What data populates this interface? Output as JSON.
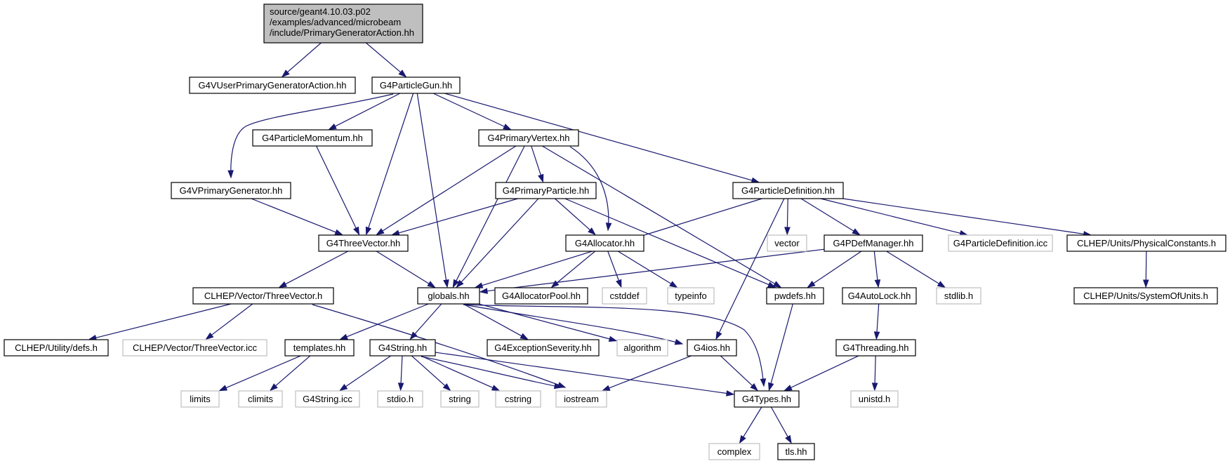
{
  "colors": {
    "edge": "#191970",
    "node_border": "#000000",
    "missing_border": "#bfbfbf",
    "root_fill": "#bfbfbf",
    "text": "#000000",
    "missing_text": "#808080"
  },
  "nodes": [
    {
      "id": "root",
      "lines": [
        "source/geant4.10.03.p02",
        "/examples/advanced/microbeam",
        "/include/PrimaryGeneratorAction.hh"
      ],
      "kind": "root"
    },
    {
      "id": "g4vuserpga",
      "lines": [
        "G4VUserPrimaryGeneratorAction.hh"
      ],
      "kind": "file"
    },
    {
      "id": "g4particlegun",
      "lines": [
        "G4ParticleGun.hh"
      ],
      "kind": "file"
    },
    {
      "id": "g4particlemomentum",
      "lines": [
        "G4ParticleMomentum.hh"
      ],
      "kind": "file"
    },
    {
      "id": "g4primaryvertex",
      "lines": [
        "G4PrimaryVertex.hh"
      ],
      "kind": "file"
    },
    {
      "id": "g4vprimarygenerator",
      "lines": [
        "G4VPrimaryGenerator.hh"
      ],
      "kind": "file"
    },
    {
      "id": "g4primaryparticle",
      "lines": [
        "G4PrimaryParticle.hh"
      ],
      "kind": "file"
    },
    {
      "id": "g4particledefinition",
      "lines": [
        "G4ParticleDefinition.hh"
      ],
      "kind": "file"
    },
    {
      "id": "g4threevector",
      "lines": [
        "G4ThreeVector.hh"
      ],
      "kind": "file"
    },
    {
      "id": "g4allocator",
      "lines": [
        "G4Allocator.hh"
      ],
      "kind": "file"
    },
    {
      "id": "vector",
      "lines": [
        "vector"
      ],
      "kind": "missing"
    },
    {
      "id": "g4pdefmanager",
      "lines": [
        "G4PDefManager.hh"
      ],
      "kind": "file"
    },
    {
      "id": "g4particledefinition_icc",
      "lines": [
        "G4ParticleDefinition.icc"
      ],
      "kind": "missing"
    },
    {
      "id": "clhep_physconst",
      "lines": [
        "CLHEP/Units/PhysicalConstants.h"
      ],
      "kind": "file"
    },
    {
      "id": "clhep_threevector",
      "lines": [
        "CLHEP/Vector/ThreeVector.h"
      ],
      "kind": "file"
    },
    {
      "id": "globals",
      "lines": [
        "globals.hh"
      ],
      "kind": "file"
    },
    {
      "id": "g4allocatorpool",
      "lines": [
        "G4AllocatorPool.hh"
      ],
      "kind": "file"
    },
    {
      "id": "cstddef",
      "lines": [
        "cstddef"
      ],
      "kind": "missing"
    },
    {
      "id": "typeinfo",
      "lines": [
        "typeinfo"
      ],
      "kind": "missing"
    },
    {
      "id": "pwdefs",
      "lines": [
        "pwdefs.hh"
      ],
      "kind": "file"
    },
    {
      "id": "g4autolock",
      "lines": [
        "G4AutoLock.hh"
      ],
      "kind": "file"
    },
    {
      "id": "stdlib",
      "lines": [
        "stdlib.h"
      ],
      "kind": "missing"
    },
    {
      "id": "clhep_sou",
      "lines": [
        "CLHEP/Units/SystemOfUnits.h"
      ],
      "kind": "file"
    },
    {
      "id": "clhep_defs",
      "lines": [
        "CLHEP/Utility/defs.h"
      ],
      "kind": "file"
    },
    {
      "id": "clhep_threevector_icc",
      "lines": [
        "CLHEP/Vector/ThreeVector.icc"
      ],
      "kind": "missing"
    },
    {
      "id": "templates",
      "lines": [
        "templates.hh"
      ],
      "kind": "file"
    },
    {
      "id": "g4string",
      "lines": [
        "G4String.hh"
      ],
      "kind": "file"
    },
    {
      "id": "g4exceptionseverity",
      "lines": [
        "G4ExceptionSeverity.hh"
      ],
      "kind": "file"
    },
    {
      "id": "algorithm",
      "lines": [
        "algorithm"
      ],
      "kind": "missing"
    },
    {
      "id": "g4ios",
      "lines": [
        "G4ios.hh"
      ],
      "kind": "file"
    },
    {
      "id": "g4threading",
      "lines": [
        "G4Threading.hh"
      ],
      "kind": "file"
    },
    {
      "id": "limits",
      "lines": [
        "limits"
      ],
      "kind": "missing"
    },
    {
      "id": "climits",
      "lines": [
        "climits"
      ],
      "kind": "missing"
    },
    {
      "id": "g4string_icc",
      "lines": [
        "G4String.icc"
      ],
      "kind": "missing"
    },
    {
      "id": "stdio",
      "lines": [
        "stdio.h"
      ],
      "kind": "missing"
    },
    {
      "id": "string",
      "lines": [
        "string"
      ],
      "kind": "missing"
    },
    {
      "id": "cstring",
      "lines": [
        "cstring"
      ],
      "kind": "missing"
    },
    {
      "id": "iostream",
      "lines": [
        "iostream"
      ],
      "kind": "missing"
    },
    {
      "id": "g4types",
      "lines": [
        "G4Types.hh"
      ],
      "kind": "file"
    },
    {
      "id": "unistd",
      "lines": [
        "unistd.h"
      ],
      "kind": "missing"
    },
    {
      "id": "complex",
      "lines": [
        "complex"
      ],
      "kind": "missing"
    },
    {
      "id": "tls",
      "lines": [
        "tls.hh"
      ],
      "kind": "file"
    }
  ],
  "edges": [
    [
      "root",
      "g4vuserpga"
    ],
    [
      "root",
      "g4particlegun"
    ],
    [
      "g4particlegun",
      "g4vprimarygenerator"
    ],
    [
      "g4particlegun",
      "g4particlemomentum"
    ],
    [
      "g4particlegun",
      "g4threevector"
    ],
    [
      "g4particlegun",
      "globals"
    ],
    [
      "g4particlegun",
      "g4primaryvertex"
    ],
    [
      "g4particlegun",
      "g4particledefinition"
    ],
    [
      "g4particlemomentum",
      "g4threevector"
    ],
    [
      "g4primaryvertex",
      "g4threevector"
    ],
    [
      "g4primaryvertex",
      "globals"
    ],
    [
      "g4primaryvertex",
      "g4primaryparticle"
    ],
    [
      "g4primaryvertex",
      "g4allocator"
    ],
    [
      "g4primaryvertex",
      "pwdefs"
    ],
    [
      "g4vprimarygenerator",
      "g4threevector"
    ],
    [
      "g4primaryparticle",
      "g4threevector"
    ],
    [
      "g4primaryparticle",
      "globals"
    ],
    [
      "g4primaryparticle",
      "g4allocator"
    ],
    [
      "g4primaryparticle",
      "pwdefs"
    ],
    [
      "g4particledefinition",
      "globals"
    ],
    [
      "g4particledefinition",
      "g4ios"
    ],
    [
      "g4particledefinition",
      "vector"
    ],
    [
      "g4particledefinition",
      "g4pdefmanager"
    ],
    [
      "g4particledefinition",
      "g4particledefinition_icc"
    ],
    [
      "g4particledefinition",
      "clhep_physconst"
    ],
    [
      "g4threevector",
      "clhep_threevector"
    ],
    [
      "g4threevector",
      "globals"
    ],
    [
      "g4allocator",
      "g4allocatorpool"
    ],
    [
      "g4allocator",
      "cstddef"
    ],
    [
      "g4allocator",
      "typeinfo"
    ],
    [
      "g4pdefmanager",
      "globals"
    ],
    [
      "g4pdefmanager",
      "pwdefs"
    ],
    [
      "g4pdefmanager",
      "g4autolock"
    ],
    [
      "g4pdefmanager",
      "stdlib"
    ],
    [
      "clhep_physconst",
      "clhep_sou"
    ],
    [
      "clhep_threevector",
      "clhep_defs"
    ],
    [
      "clhep_threevector",
      "clhep_threevector_icc"
    ],
    [
      "clhep_threevector",
      "iostream"
    ],
    [
      "globals",
      "templates"
    ],
    [
      "globals",
      "g4string"
    ],
    [
      "globals",
      "g4exceptionseverity"
    ],
    [
      "globals",
      "algorithm"
    ],
    [
      "globals",
      "g4ios"
    ],
    [
      "globals",
      "g4types"
    ],
    [
      "pwdefs",
      "g4types"
    ],
    [
      "g4autolock",
      "g4threading"
    ],
    [
      "templates",
      "limits"
    ],
    [
      "templates",
      "climits"
    ],
    [
      "g4string",
      "g4string_icc"
    ],
    [
      "g4string",
      "stdio"
    ],
    [
      "g4string",
      "string"
    ],
    [
      "g4string",
      "cstring"
    ],
    [
      "g4string",
      "iostream"
    ],
    [
      "g4string",
      "g4types"
    ],
    [
      "g4ios",
      "iostream"
    ],
    [
      "g4ios",
      "g4types"
    ],
    [
      "g4threading",
      "g4types"
    ],
    [
      "g4threading",
      "unistd"
    ],
    [
      "g4types",
      "complex"
    ],
    [
      "g4types",
      "tls"
    ]
  ]
}
